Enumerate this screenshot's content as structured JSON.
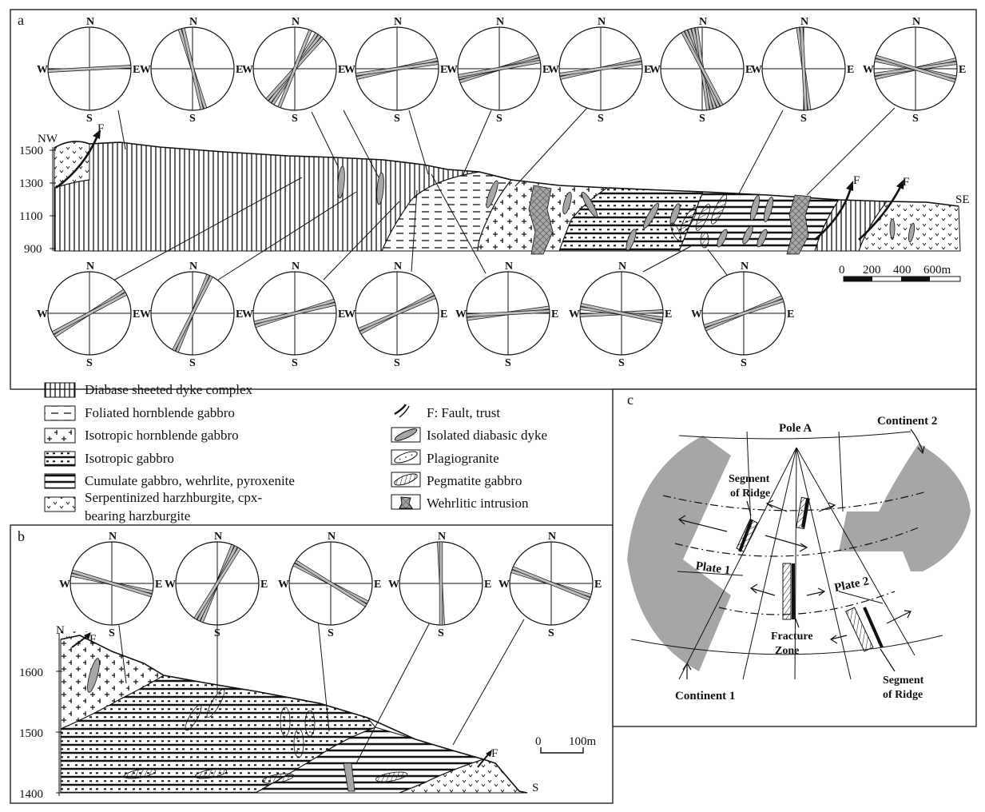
{
  "panel_a": {
    "letter": "a",
    "nw": "NW",
    "se": "SE",
    "fault": "F",
    "y_ticks": [
      "1500",
      "1300",
      "1100",
      "900"
    ],
    "scale_labels": [
      "0",
      "200",
      "400",
      "600m"
    ],
    "stereonets_top": [
      {
        "w": "W",
        "e": "E"
      },
      {
        "w": "W",
        "e": "E"
      },
      {
        "w": "W",
        "e": "E"
      },
      {
        "w": "W",
        "e": "E"
      },
      {
        "w": "W",
        "e": "E"
      },
      {
        "w": "W",
        "e": "E"
      },
      {
        "w": "W",
        "e": "E"
      },
      {
        "w": "W",
        "e": "E"
      },
      {
        "w": "W",
        "e": "E"
      }
    ],
    "stereonets_bottom": [
      {
        "w": "W",
        "e": "E"
      },
      {
        "w": "W",
        "e": "E"
      },
      {
        "w": "W",
        "e": "E"
      },
      {
        "w": "W",
        "e": "E"
      },
      {
        "w": "W",
        "e": "E"
      },
      {
        "w": "W",
        "e": "E"
      },
      {
        "w": "W",
        "e": "E"
      }
    ],
    "north": "N",
    "south": "S"
  },
  "legend": {
    "left": [
      "Diabase sheeted dyke complex",
      "Foliated hornblende gabbro",
      "Isotropic hornblende gabbro",
      "Isotropic gabbro",
      "Cumulate gabbro, wehrlite, pyroxenite",
      "Serpentinized harzhburgite, cpx-",
      "bearing harzburgite"
    ],
    "right": [
      "F: Fault, trust",
      "Isolated diabasic dyke",
      "Plagiogranite",
      "Pegmatite gabbro",
      "Wehrlitic intrusion"
    ]
  },
  "panel_b": {
    "letter": "b",
    "n": "N",
    "s": "S",
    "fault": "F",
    "y_ticks": [
      "1600",
      "1500",
      "1400"
    ],
    "scale_labels": [
      "0",
      "100m"
    ]
  },
  "panel_c": {
    "letter": "c",
    "pole": "Pole A",
    "continent1": "Continent 1",
    "continent2": "Continent 2",
    "plate1": "Plate 1",
    "plate2": "Plate 2",
    "segment_top_1": "Segment",
    "segment_top_2": "of Ridge",
    "segment_bot_1": "Segment",
    "segment_bot_2": "of Ridge",
    "fracture_1": "Fracture",
    "fracture_2": "Zone"
  },
  "colors": {
    "gray_fill": "#a6a6a6",
    "line": "#111111"
  }
}
